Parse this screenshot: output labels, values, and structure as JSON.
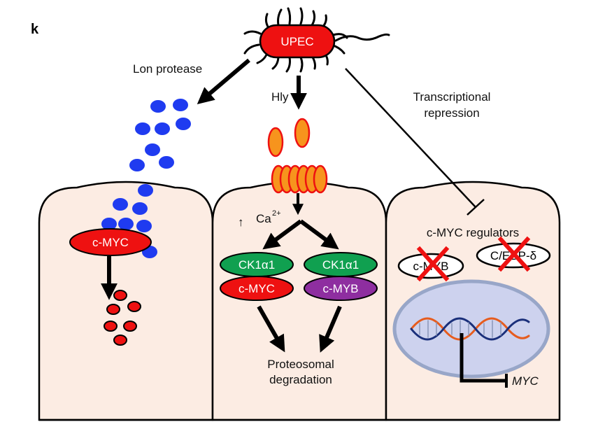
{
  "panel_label": "k",
  "pathogen": {
    "label": "UPEC"
  },
  "pathways": {
    "lon": {
      "label": "Lon protease"
    },
    "hly": {
      "label": "Hly"
    },
    "repression": {
      "line1": "Transcriptional",
      "line2": "repression"
    }
  },
  "cell_left": {
    "protein": "c-MYC"
  },
  "cell_middle": {
    "calcium_arrow": "↑",
    "calcium": "Ca",
    "calcium_charge": "2+",
    "kinase_left": "CK1α1",
    "kinase_right": "CK1α1",
    "substrate_left": "c-MYC",
    "substrate_right": "c-MYB",
    "outcome_line1": "Proteosomal",
    "outcome_line2": "degradation"
  },
  "cell_right": {
    "title": "c-MYC regulators",
    "regulator_1": "c-MYB",
    "regulator_2": "C/EBP-δ",
    "gene": "MYC"
  },
  "colors": {
    "cell_fill": "#fcece3",
    "pathogen_red": "#ee1111",
    "protease_blue": "#1f3bf0",
    "pore_orange": "#f7941d",
    "kinase_green": "#10a050",
    "myb_purple": "#8e2ea0",
    "nucleus_fill": "#cdd2ee",
    "nucleus_edge": "#98a6c8"
  }
}
